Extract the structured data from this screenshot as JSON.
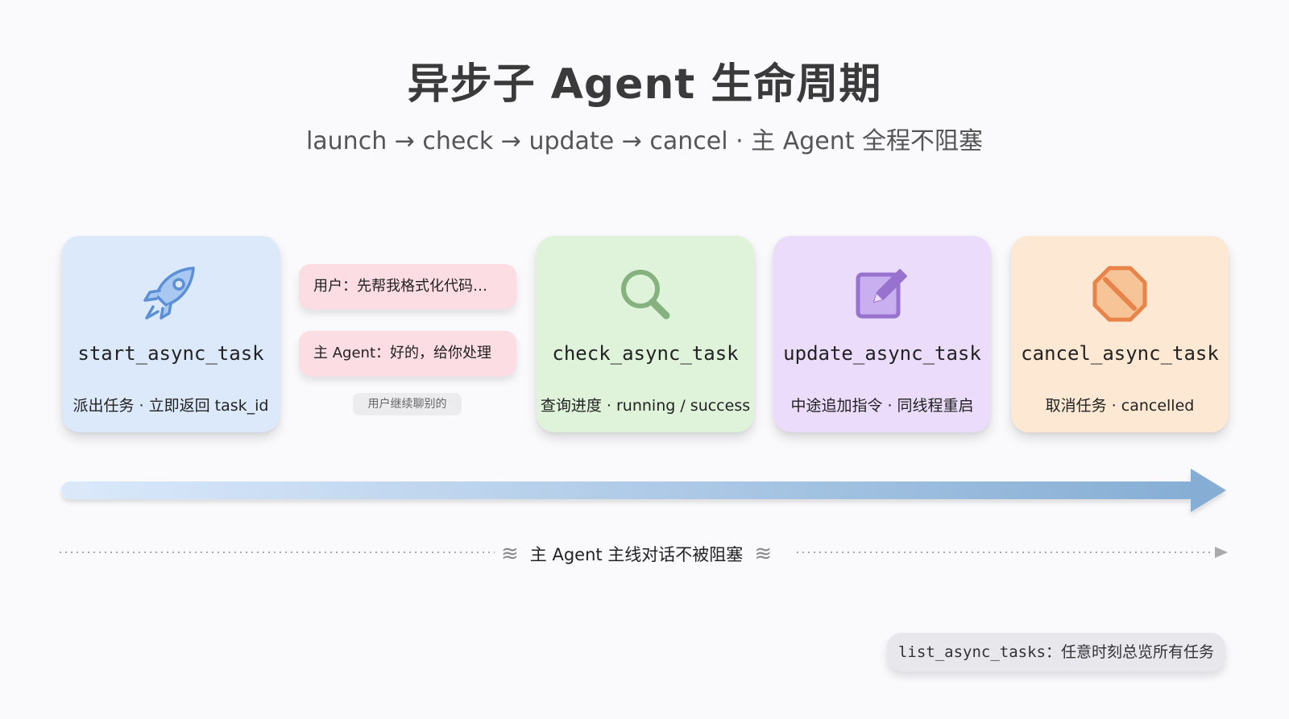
{
  "title": "异步子 Agent 生命周期",
  "subtitle": "launch → check → update → cancel · 主 Agent 全程不阻塞",
  "cards": [
    {
      "fname": "start_async_task",
      "desc": "派出任务 · 立即返回 task_id",
      "icon": "rocket-icon",
      "color": "#dbe9fb"
    },
    {
      "fname": "check_async_task",
      "desc": "查询进度 · running / success",
      "icon": "search-icon",
      "color": "#dff2da"
    },
    {
      "fname": "update_async_task",
      "desc": "中途追加指令 · 同线程重启",
      "icon": "edit-icon",
      "color": "#ebdcfb"
    },
    {
      "fname": "cancel_async_task",
      "desc": "取消任务 · cancelled",
      "icon": "prohibited-icon",
      "color": "#fde8d3"
    }
  ],
  "chat": {
    "user_msg": "用户：先帮我格式化代码…",
    "agent_msg": "主 Agent：好的，给你处理",
    "tag": "用户继续聊别的"
  },
  "mainline": "主 Agent 主线对话不被阻塞",
  "list_tasks": {
    "code": "list_async_tasks",
    "text": "：任意时刻总览所有任务"
  }
}
